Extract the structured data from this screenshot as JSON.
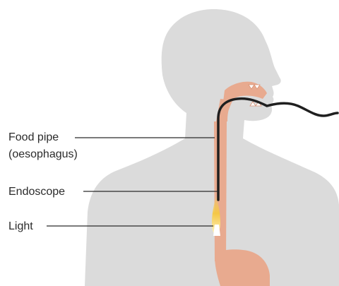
{
  "labels": {
    "food_pipe_line1": "Food pipe",
    "food_pipe_line2": "(oesophagus)",
    "endoscope": "Endoscope",
    "light": "Light"
  },
  "colors": {
    "silhouette": "#dbdbdb",
    "tissue": "#e8aa8f",
    "tissue_dark": "#d89478",
    "endoscope_tube": "#1f1f1f",
    "light_glow": "#f5c842",
    "light_white": "#ffffff",
    "label_text": "#2b2b2b"
  }
}
